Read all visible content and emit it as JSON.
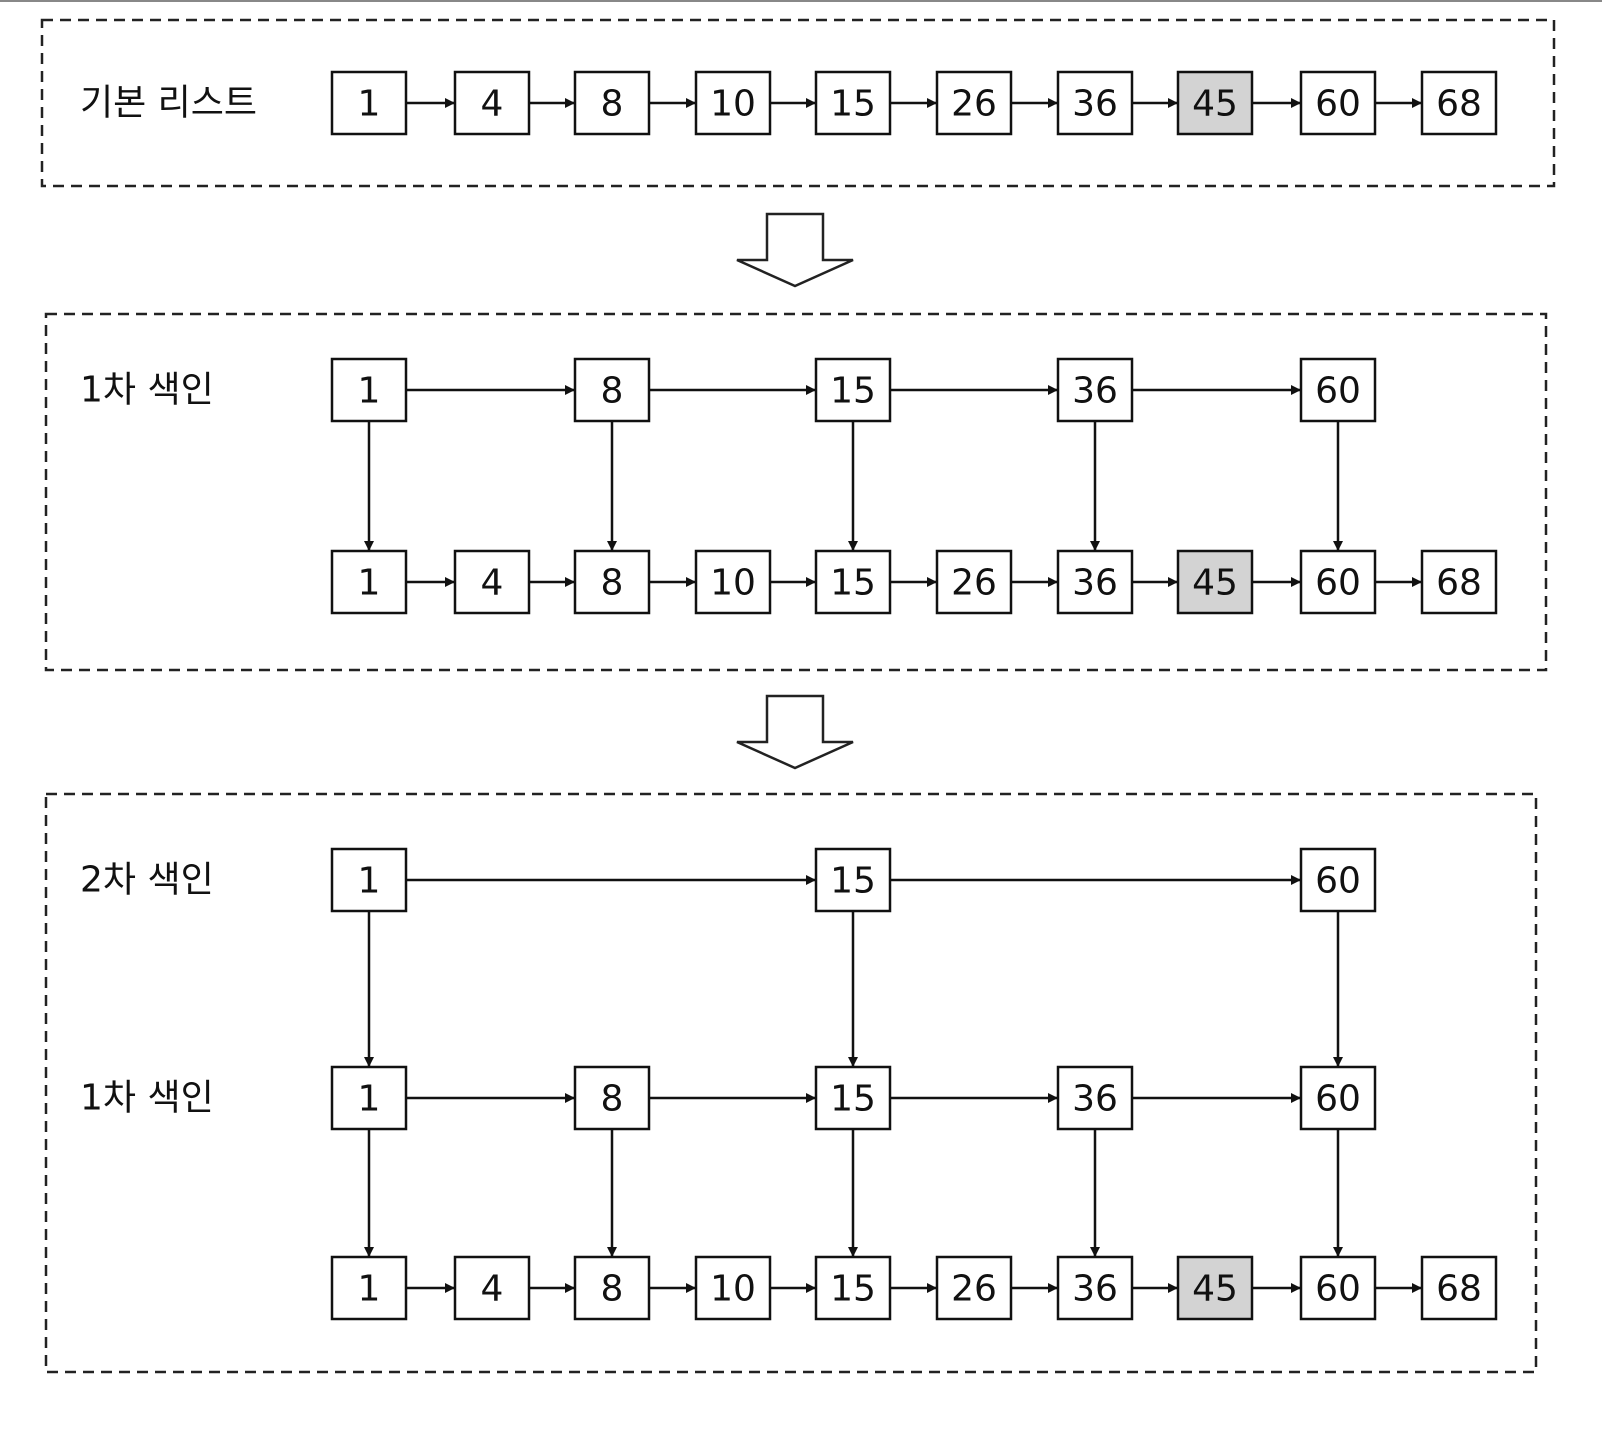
{
  "sections": [
    {
      "rows": [
        {
          "label": "기본 리스트",
          "nodes": [
            "1",
            "4",
            "8",
            "10",
            "15",
            "26",
            "36",
            "45",
            "60",
            "68"
          ]
        }
      ]
    },
    {
      "rows": [
        {
          "label": "1차 색인",
          "nodes": [
            "1",
            "8",
            "15",
            "36",
            "60"
          ]
        },
        {
          "label": "",
          "nodes": [
            "1",
            "4",
            "8",
            "10",
            "15",
            "26",
            "36",
            "45",
            "60",
            "68"
          ]
        }
      ]
    },
    {
      "rows": [
        {
          "label": "2차 색인",
          "nodes": [
            "1",
            "15",
            "60"
          ]
        },
        {
          "label": "1차 색인",
          "nodes": [
            "1",
            "8",
            "15",
            "36",
            "60"
          ]
        },
        {
          "label": "",
          "nodes": [
            "1",
            "4",
            "8",
            "10",
            "15",
            "26",
            "36",
            "45",
            "60",
            "68"
          ]
        }
      ]
    }
  ],
  "highlighted_value": "45",
  "colors": {
    "highlight": "#d3d3d3",
    "line": "#111111",
    "panel_border": "#222222"
  },
  "icons": {
    "section_transition": "hollow-down-arrow-icon"
  }
}
